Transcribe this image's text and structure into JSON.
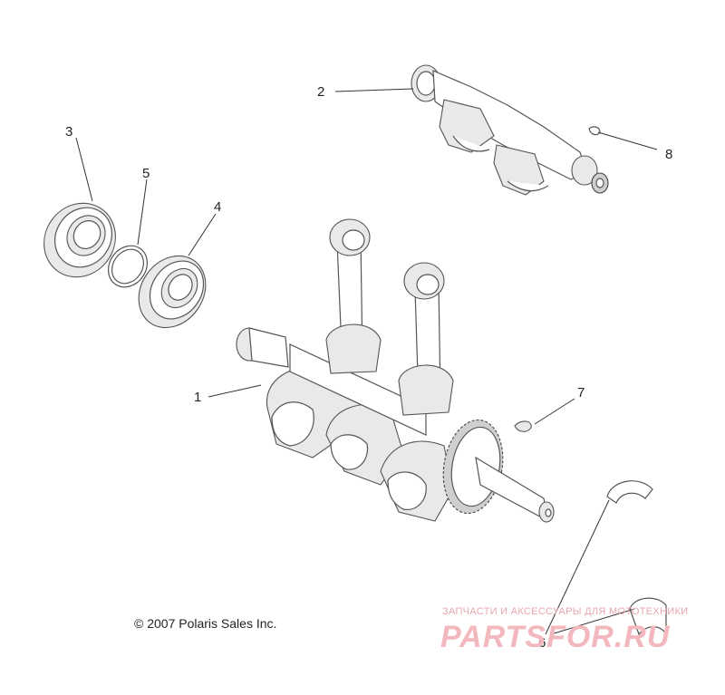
{
  "callouts": {
    "c1": "1",
    "c2": "2",
    "c3": "3",
    "c4": "4",
    "c5": "5",
    "c6": "6",
    "c7": "7",
    "c8": "8"
  },
  "copyright": "© 2007 Polaris Sales Inc.",
  "watermark": {
    "tagline": "ЗАПЧАСТИ И АКСЕССУАРЫ ДЛЯ МОТОТЕХНИКИ",
    "brand": "PARTSFOR.RU",
    "color": "#f2b8bd"
  }
}
